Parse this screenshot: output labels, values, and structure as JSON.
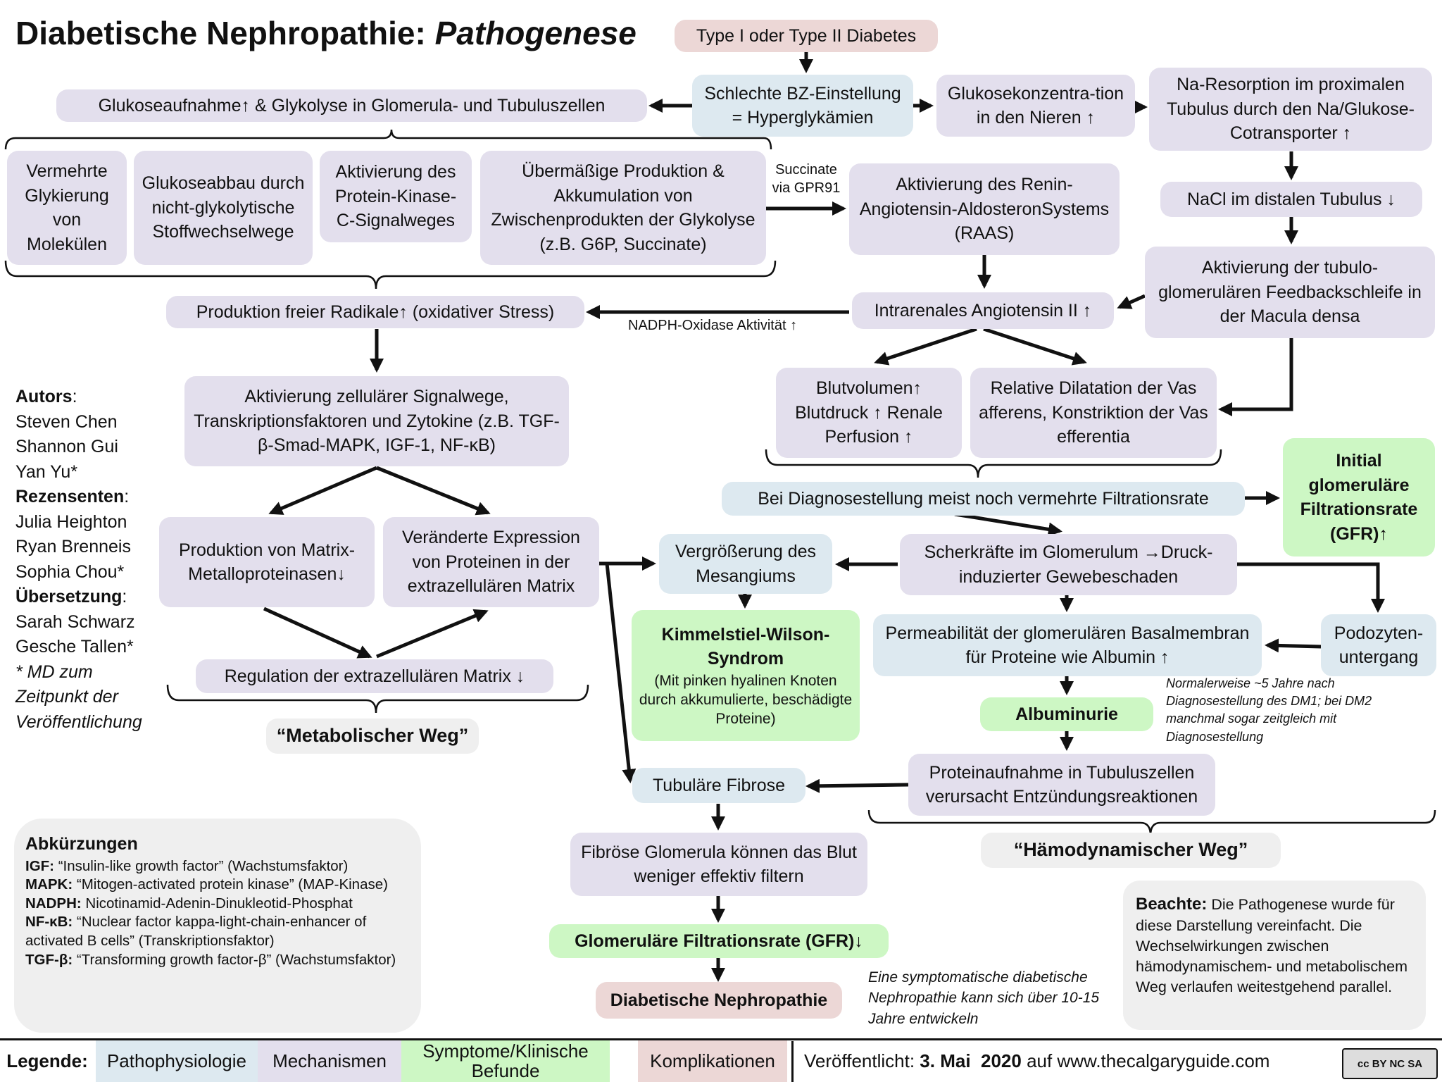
{
  "title": {
    "main": "Diabetische Nephropathie: ",
    "italic": "Pathogenese"
  },
  "nodes": {
    "type_diabetes": "Type I oder Type II Diabetes",
    "hyperglykaemie": "Schlechte BZ-Einstellung = Hyperglykämien",
    "glukoseaufnahme": "Glukoseaufnahme↑ & Glykolyse in Glomerula- und Tubuluszellen",
    "glukosekonz": "Glukosekonzentra-tion in den Nieren ↑",
    "na_resorption": "Na-Resorption im proximalen Tubulus durch den Na/Glukose-Cotransporter ↑",
    "nacl": "NaCl im distalen Tubulus ↓",
    "feedback": "Aktivierung der tubulo-glomerulären Feedbackschleife in der Macula densa",
    "glykierung": "Vermehrte Glykierung von Molekülen",
    "glukoseabbau": "Glukoseabbau durch nicht-glykolytische Stoffwechselwege",
    "pkc": "Aktivierung des Protein-Kinase-C-Signalweges",
    "produktion_zwischen": "Übermäßige Produktion & Akkumulation von Zwischenprodukten der Glykolyse (z.B. G6P, Succinate)",
    "succinate_label": "Succinate via GPR91",
    "raas": "Aktivierung des Renin-Angiotensin-AldosteronSystems (RAAS)",
    "radikale": "Produktion freier Radikale↑ (oxidativer Stress)",
    "nadph_label": "NADPH-Oxidase Aktivität ↑",
    "angiotensin": "Intrarenales Angiotensin II ↑",
    "signalwege": "Aktivierung zellulärer Signalwege, Transkriptionsfaktoren und Zytokine (z.B. TGF-β-Smad-MAPK, IGF-1, NF-κB)",
    "blutvolumen": "Blutvolumen↑ Blutdruck ↑ Renale Perfusion ↑",
    "dilatation": "Relative Dilatation der Vas afferens, Konstriktion der Vas efferentia",
    "initial_gfr": "Initial glomeruläre Filtrationsrate (GFR)↑",
    "diagnose_filtration": "Bei Diagnosestellung meist noch vermehrte Filtrationsrate",
    "mmp": "Produktion von Matrix-Metalloproteinasen↓",
    "expression": "Veränderte Expression von Proteinen in der extrazellulären Matrix",
    "mesangium": "Vergrößerung des Mesangiums",
    "scherkraefte": "Scherkräfte im Glomerulum →Druck-induzierter Gewebeschaden",
    "kimmelstiel_title": "Kimmelstiel-Wilson-Syndrom",
    "kimmelstiel_sub": "(Mit pinken hyalinen Knoten durch akkumulierte, beschädigte Proteine)",
    "permeabilitaet": "Permeabilität der glomerulären Basalmembran für Proteine wie Albumin ↑",
    "podozyten": "Podozyten-untergang",
    "regulation": "Regulation der extrazellulären Matrix ↓",
    "albuminurie": "Albuminurie",
    "albuminurie_note": "Normalerweise ~5 Jahre nach Diagnosestellung des DM1; bei DM2 manchmal sogar zeitgleich mit Diagnosestellung",
    "metabolisch": "“Metabolischer Weg”",
    "proteinaufnahme": "Proteinaufnahme in Tubuluszellen verursacht Entzündungsreaktionen",
    "tubulaere_fibrose": "Tubuläre Fibrose",
    "haemodynamisch": "“Hämodynamischer Weg”",
    "fibroese": "Fibröse Glomerula können das Blut weniger effektiv filtern",
    "gfr_down": "Glomeruläre Filtrationsrate (GFR)↓",
    "nephropathie": "Diabetische Nephropathie",
    "symptomatisch_note": "Eine symptomatische diabetische Nephropathie kann sich über 10-15 Jahre entwickeln"
  },
  "authors": {
    "autors_label": "Autors",
    "autors": [
      "Steven Chen",
      "Shannon Gui",
      "Yan Yu*"
    ],
    "reviewers_label": "Rezensenten",
    "reviewers": [
      "Julia Heighton",
      "Ryan Brenneis",
      "Sophia Chou*"
    ],
    "translation_label": "Übersetzung",
    "translators": [
      "Sarah Schwarz",
      "Gesche Tallen*"
    ],
    "footnote": "* MD zum Zeitpunkt der Veröffentlichung"
  },
  "abbreviations": {
    "heading": "Abkürzungen",
    "items": [
      {
        "key": "IGF:",
        "text": "“Insulin-like growth factor” (Wachstumsfaktor)"
      },
      {
        "key": "MAPK:",
        "text": "“Mitogen-activated protein kinase” (MAP-Kinase)"
      },
      {
        "key": "NADPH:",
        "text": "Nicotinamid-Adenin-Dinukleotid-Phosphat"
      },
      {
        "key": "NF-κB:",
        "text": "“Nuclear factor kappa-light-chain-enhancer of activated B cells” (Transkriptionsfaktor)"
      },
      {
        "key": "TGF-β:",
        "text": "“Transforming growth factor-β” (Wachstumsfaktor)"
      }
    ]
  },
  "note": {
    "label": "Beachte:",
    "text": "Die Pathogenese wurde für diese Darstellung vereinfacht. Die Wechselwirkungen zwischen hämodynamischem- und metabolischem Weg verlaufen weitestgehend parallel."
  },
  "legend": {
    "label": "Legende:",
    "items": [
      "Pathophysiologie",
      "Mechanismen",
      "Symptome/Klinische Befunde",
      "Komplikationen"
    ],
    "colors": {
      "pathophysiologie": "#dde9f0",
      "mechanismen": "#e3dfed",
      "symptome": "#cdf7c4",
      "komplikationen": "#ecd7d6"
    }
  },
  "published": {
    "prefix": "Veröffentlicht: ",
    "date": "3. Mai  2020",
    "suffix": " auf www.thecalgaryguide.com"
  },
  "license_badge": "cc BY NC SA"
}
